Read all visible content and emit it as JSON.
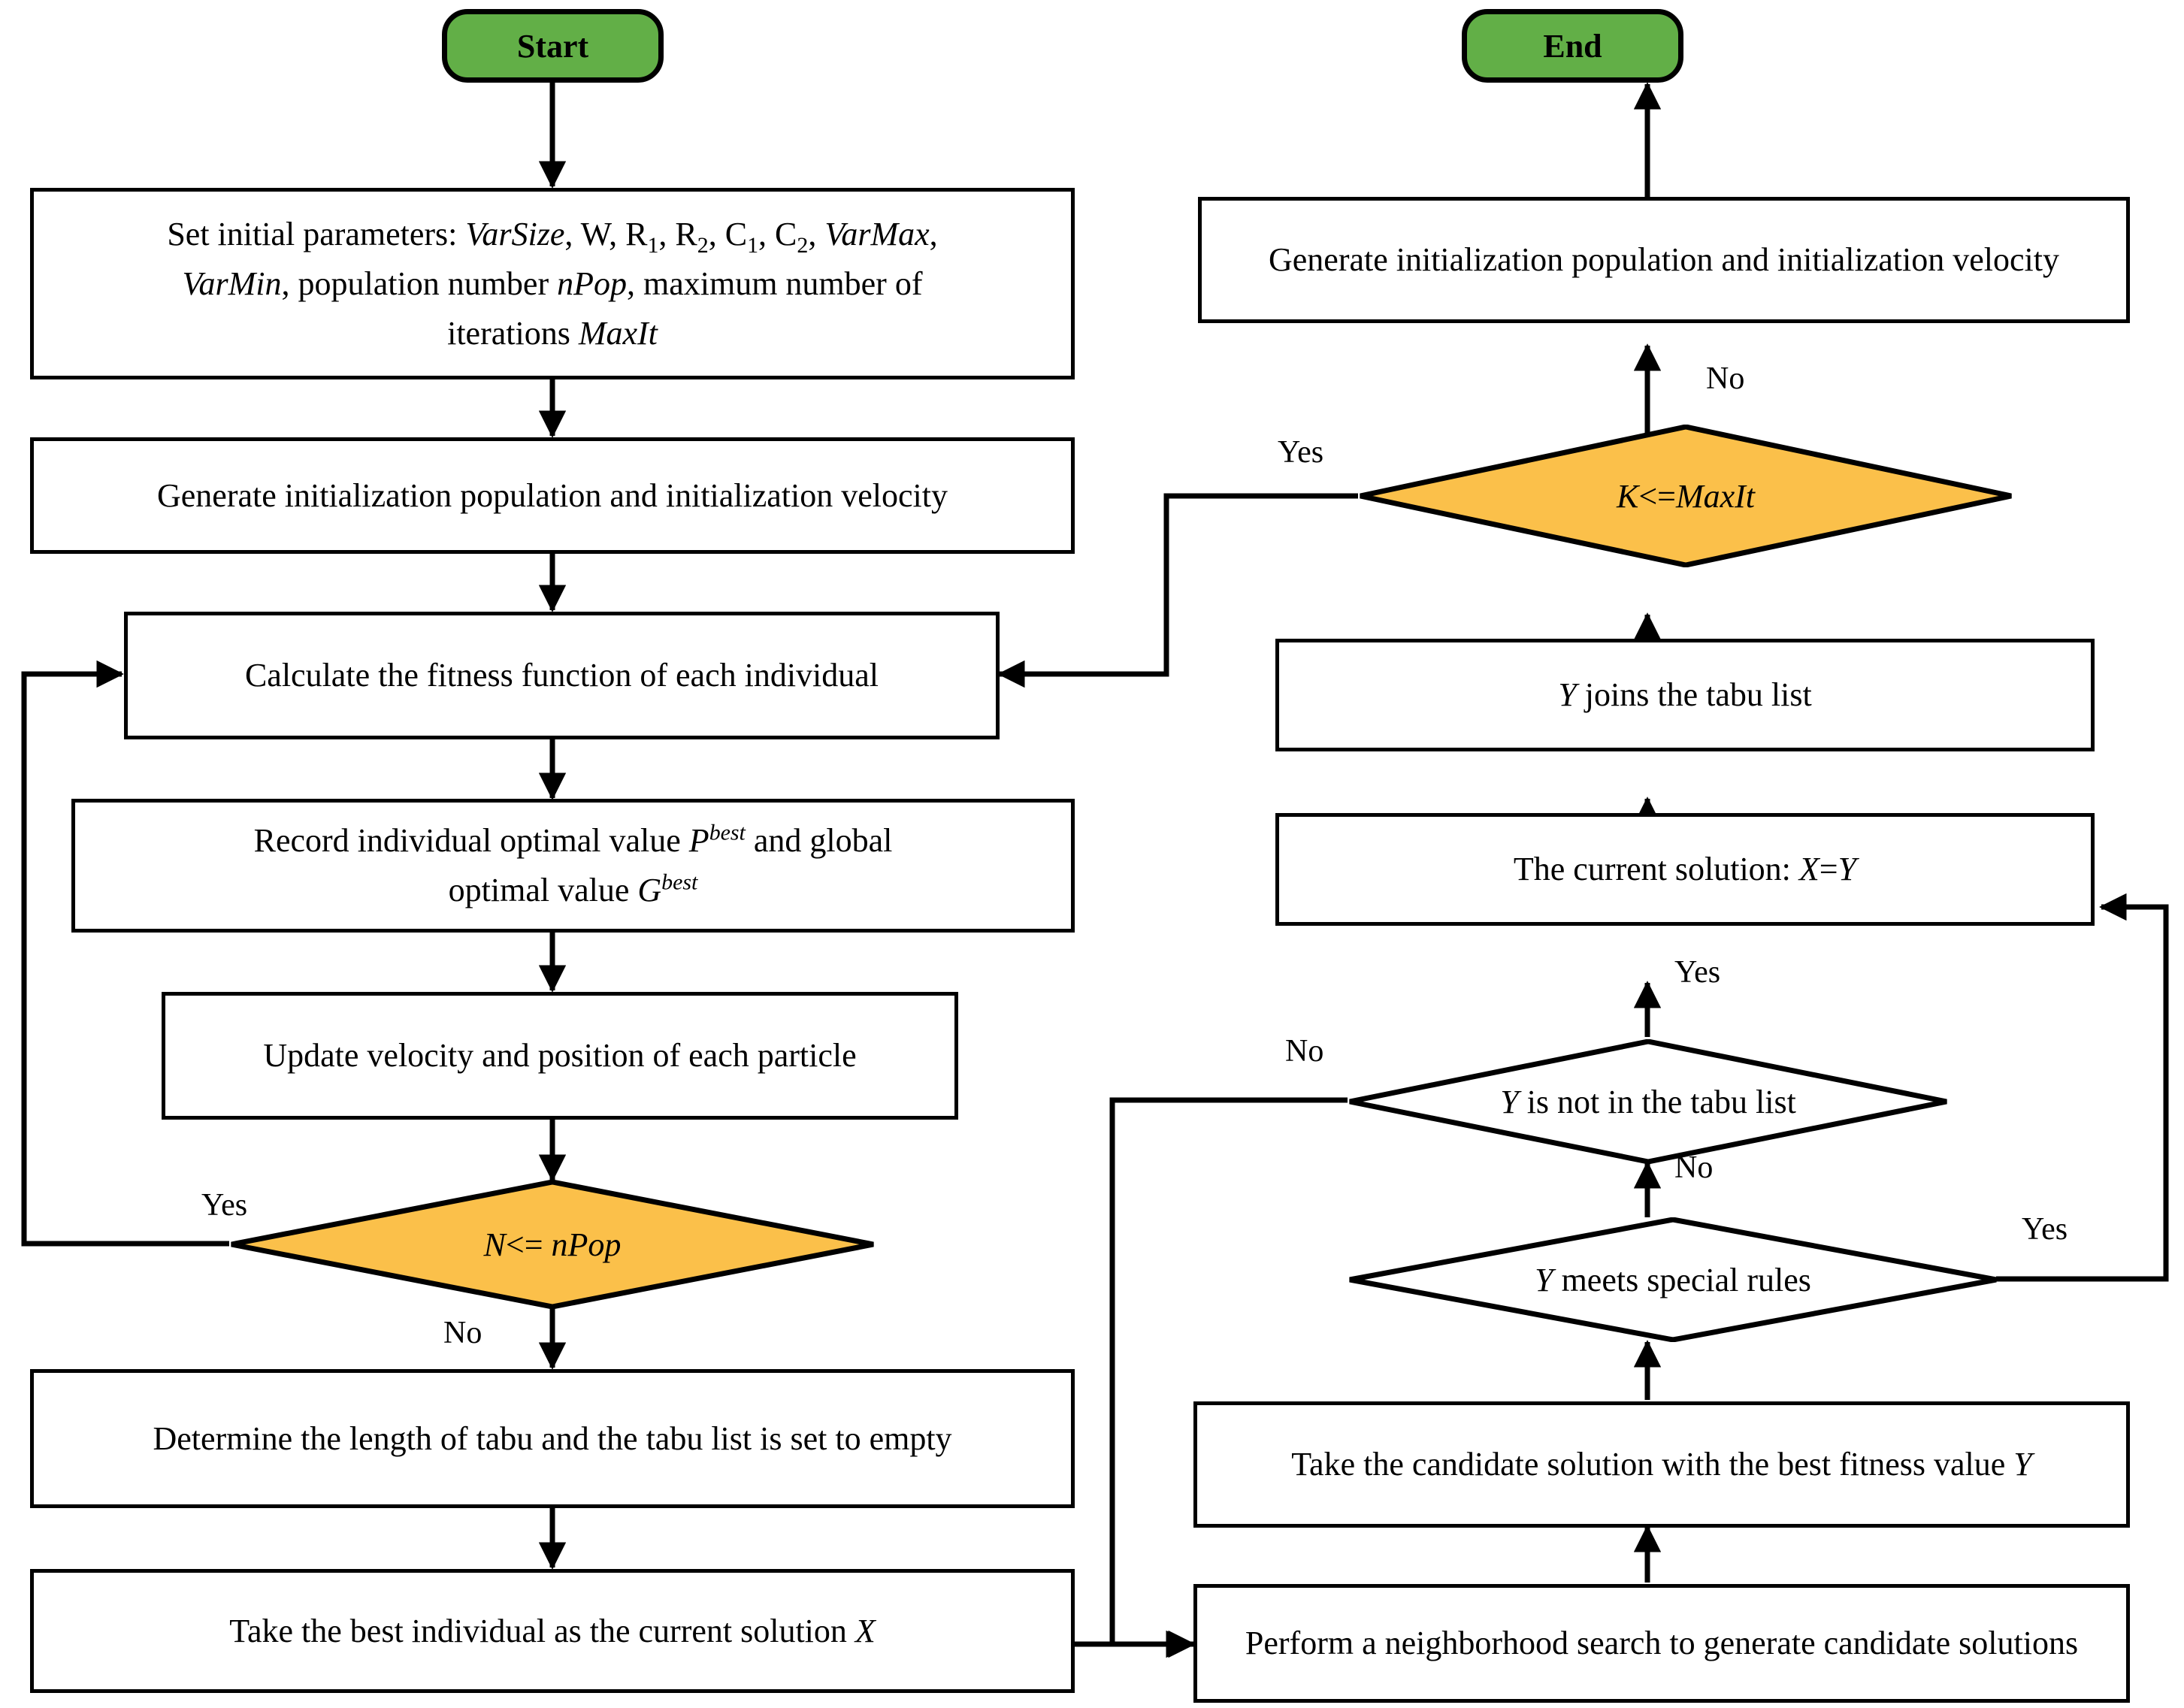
{
  "diagram": {
    "title": "Hybrid PSO-Tabu Search Algorithm Flowchart",
    "colors": {
      "terminal_fill": "#62AF47",
      "decision_fill": "#FBC04A",
      "stroke": "#000000",
      "background": "#FFFFFF"
    }
  },
  "nodes": {
    "start": {
      "label": "Start",
      "type": "terminal"
    },
    "end": {
      "label": "End",
      "type": "terminal"
    },
    "set_params": {
      "type": "process",
      "line1_a": "Set initial parameters: ",
      "line1_varsize": "VarSize",
      "line1_b": ", W, R",
      "line1_r1": "1",
      "line1_c": ", R",
      "line1_r2": "2",
      "line1_d": ", C",
      "line1_c1": "1",
      "line1_e": ", C",
      "line1_c2": "2",
      "line1_f": ", ",
      "line1_varmax": "VarMax",
      "line1_g": ",",
      "line2_varmin": "VarMin",
      "line2_a": ", population number ",
      "line2_npop": "nPop",
      "line2_b": ", maximum number of",
      "line3_a": "iterations ",
      "line3_maxit": "MaxIt"
    },
    "gen_init_left": {
      "type": "process",
      "label": "Generate initialization population and initialization velocity"
    },
    "calc_fitness": {
      "type": "process",
      "label": "Calculate the fitness function of each individual"
    },
    "record_optimal": {
      "type": "process",
      "a": "Record individual optimal value ",
      "p": "P",
      "p_sup": "best",
      "b": " and global",
      "c": "optimal value ",
      "g": "G",
      "g_sup": "best"
    },
    "update_velocity": {
      "type": "process",
      "label": "Update velocity and position of each particle"
    },
    "n_le_npop": {
      "type": "decision",
      "a": "N",
      "b": "<= ",
      "c": "nPop"
    },
    "determine_tabu": {
      "type": "process",
      "label": "Determine the length of tabu and the tabu list is set to empty"
    },
    "take_best": {
      "type": "process",
      "a": "Take the best individual as the current solution ",
      "x": "X"
    },
    "gen_init_right": {
      "type": "process",
      "label": "Generate initialization population and initialization velocity"
    },
    "k_le_maxit": {
      "type": "decision",
      "a": "K",
      "b": "<=",
      "c": "MaxIt"
    },
    "y_joins_tabu": {
      "type": "process",
      "y": "Y",
      "a": " joins the tabu list"
    },
    "current_solution": {
      "type": "process",
      "a": "The current solution: ",
      "x": "X",
      "eq": "=",
      "y": "Y"
    },
    "y_not_in_tabu": {
      "type": "decision",
      "y": "Y",
      "a": " is not in the tabu list"
    },
    "y_special_rules": {
      "type": "decision",
      "y": "Y",
      "a": " meets special rules"
    },
    "take_candidate": {
      "type": "process",
      "a": "Take the candidate solution with the best fitness value ",
      "y": "Y"
    },
    "neighborhood_search": {
      "type": "process",
      "label": "Perform a neighborhood search to generate candidate solutions"
    }
  },
  "edge_labels": {
    "npop_yes": "Yes",
    "npop_no": "No",
    "maxit_yes": "Yes",
    "maxit_no": "No",
    "tabu_yes": "Yes",
    "tabu_no": "No",
    "rules_yes": "Yes",
    "rules_no": "No"
  }
}
